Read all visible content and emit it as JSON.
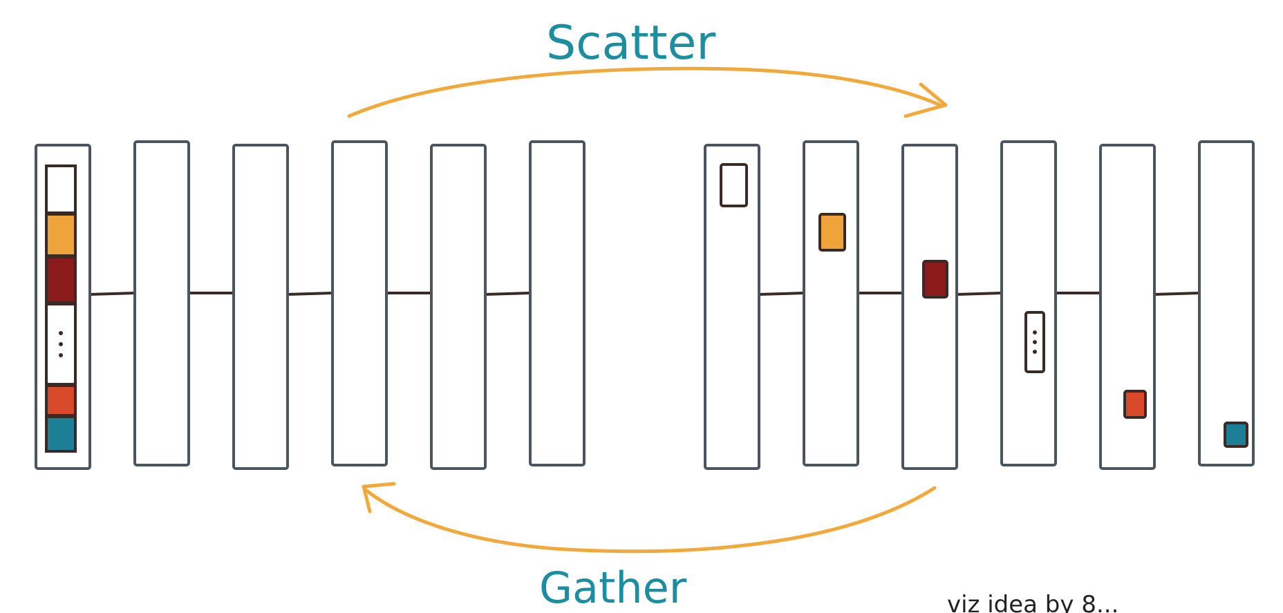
{
  "labels": {
    "scatter": "Scatter",
    "gather": "Gather",
    "credit": "viz idea by 8..."
  },
  "colors": {
    "outline": "#4a5560",
    "ink": "#3a2a25",
    "accent": "#f2a93b",
    "label": "#1c8ea0",
    "block_white": "#ffffff",
    "block_orange": "#efa43b",
    "block_darkred": "#8b1a1a",
    "block_red": "#d84a2a",
    "block_teal": "#1c7f95"
  },
  "diagram": {
    "columns_per_group": 6,
    "stack_blocks": [
      {
        "id": "block-white",
        "color": "block_white",
        "has_dots": false
      },
      {
        "id": "block-orange",
        "color": "block_orange",
        "has_dots": false
      },
      {
        "id": "block-darkred",
        "color": "block_darkred",
        "has_dots": false
      },
      {
        "id": "block-ellipsis",
        "color": "block_white",
        "has_dots": true
      },
      {
        "id": "block-red",
        "color": "block_red",
        "has_dots": false
      },
      {
        "id": "block-teal",
        "color": "block_teal",
        "has_dots": false
      }
    ]
  }
}
